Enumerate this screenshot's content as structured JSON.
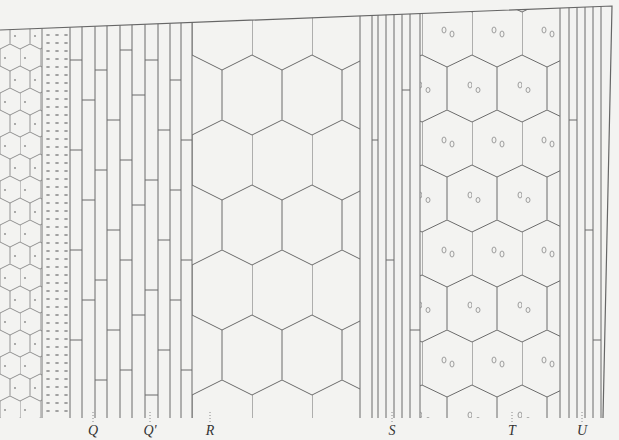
{
  "diagram": {
    "labels": [
      "Q",
      "Q'",
      "R",
      "S",
      "T",
      "U"
    ]
  }
}
